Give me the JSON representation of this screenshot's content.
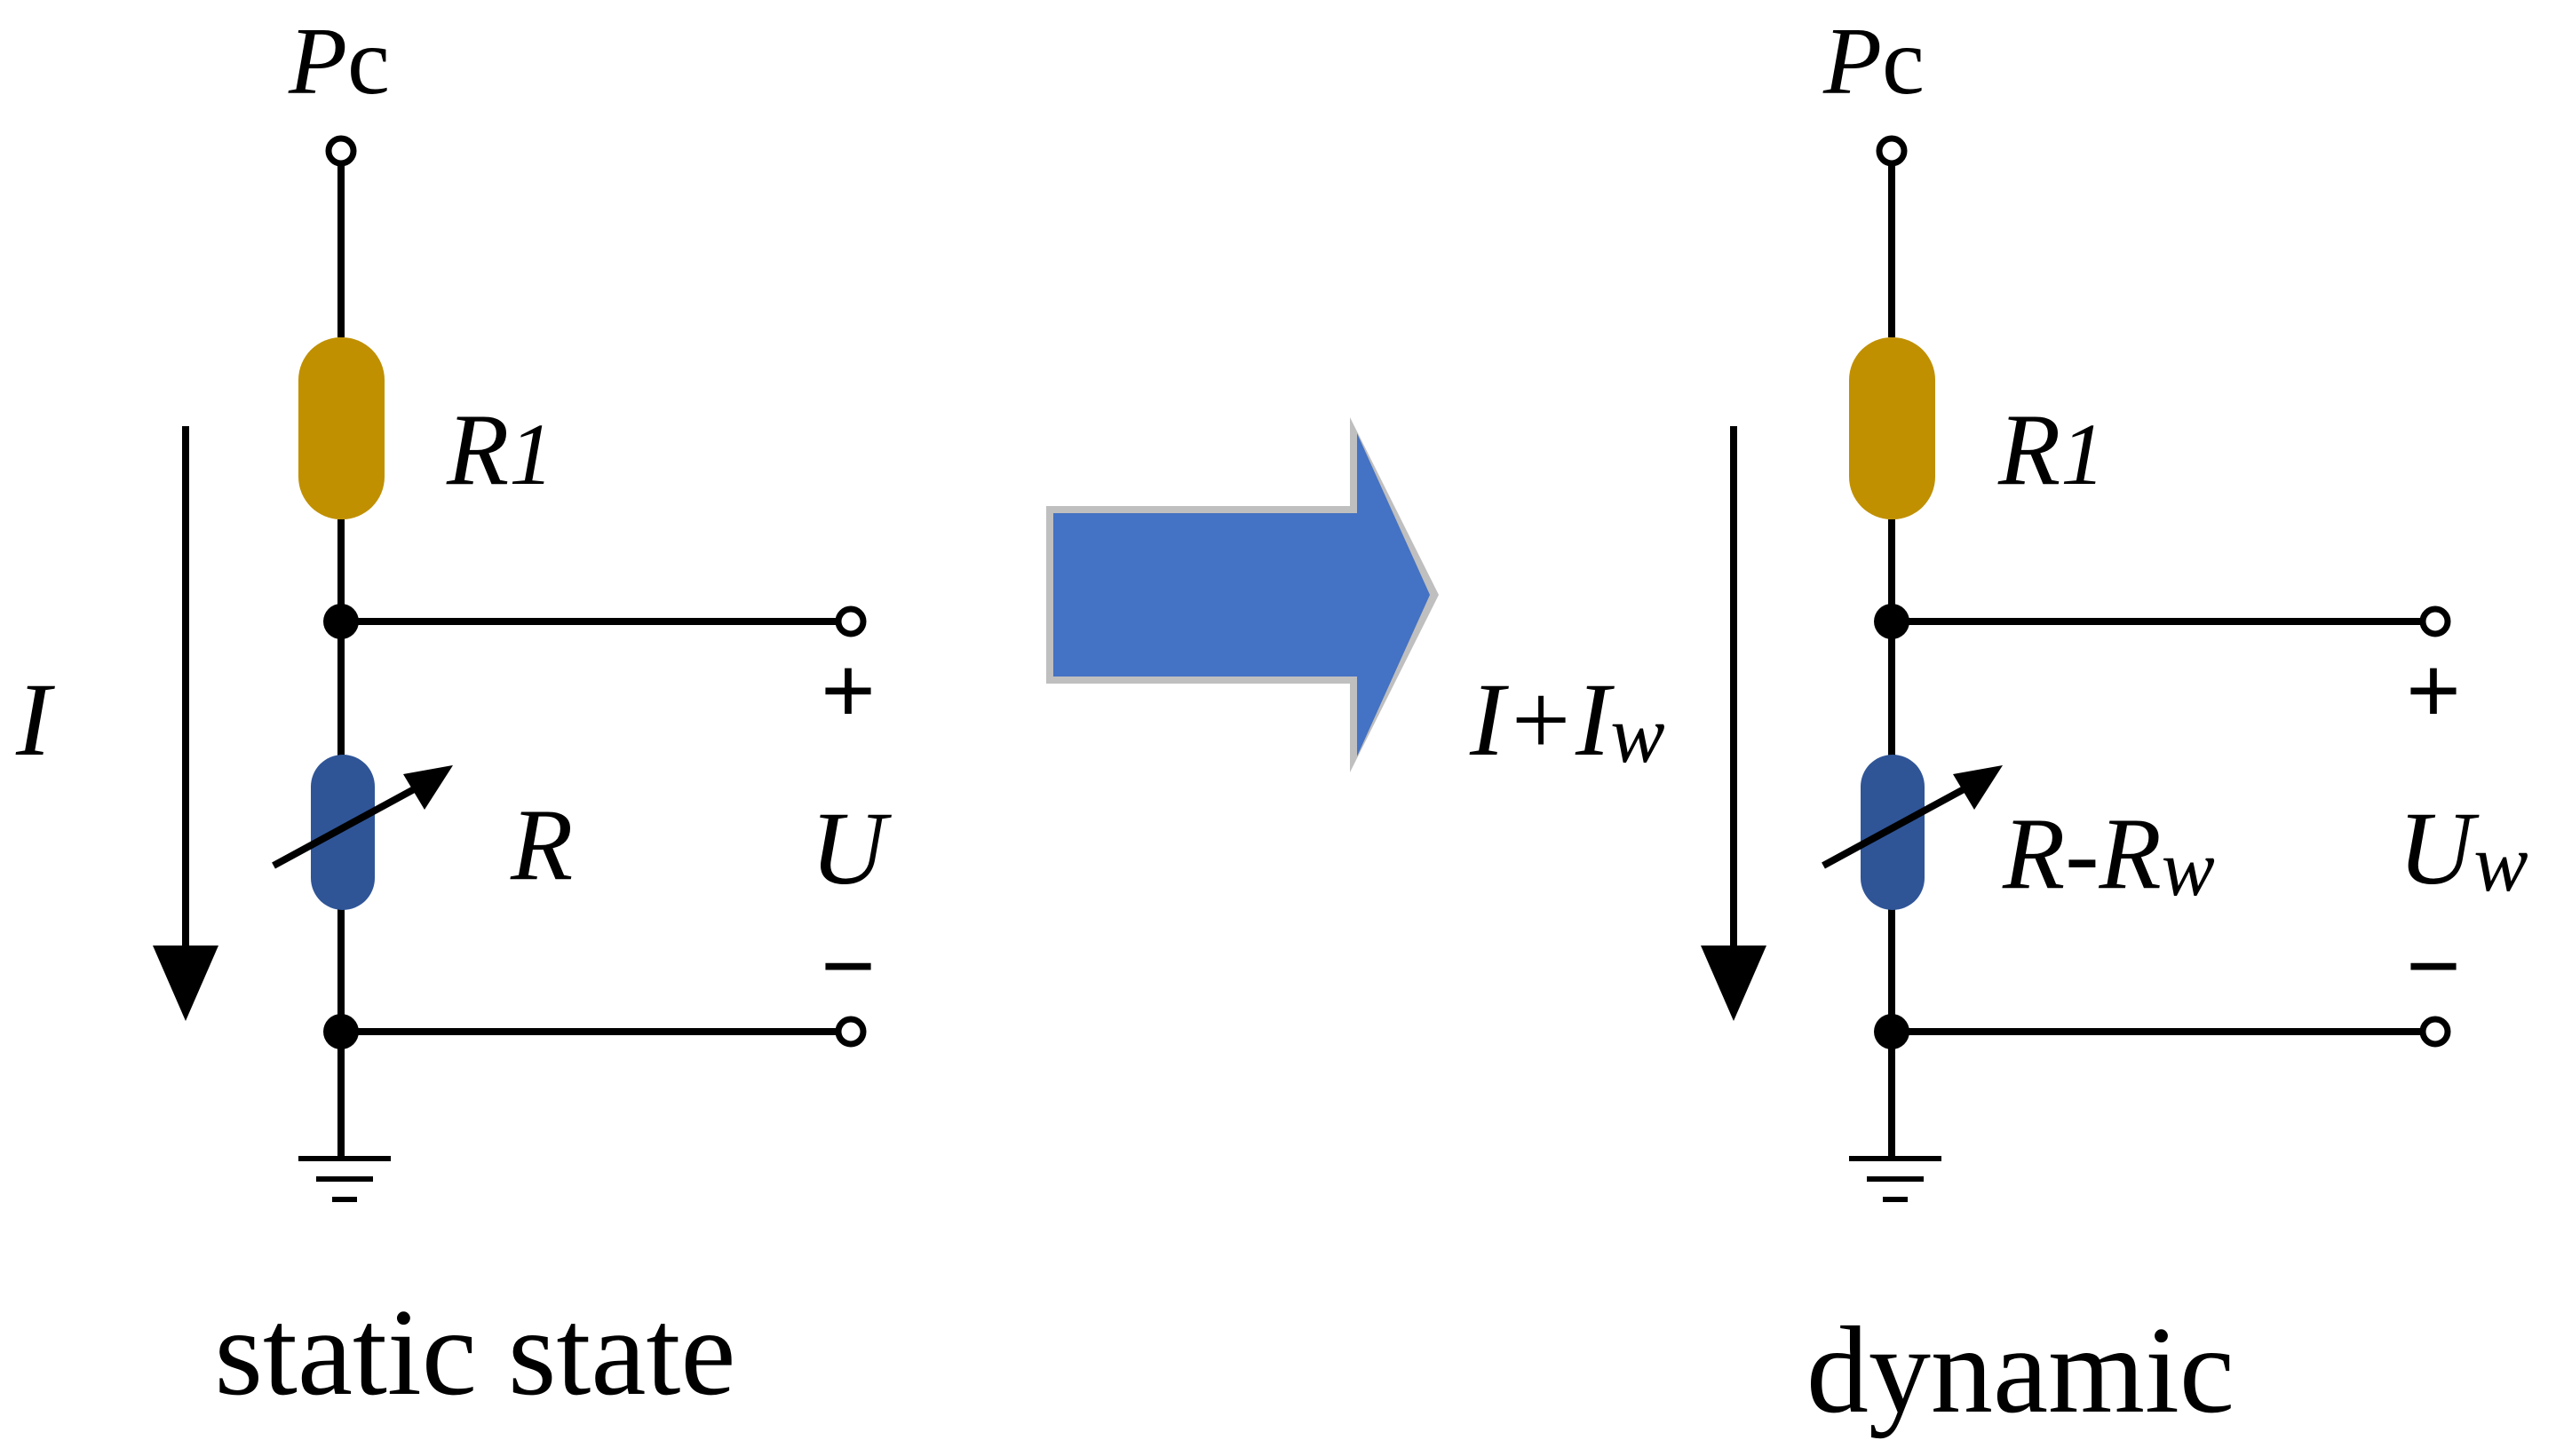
{
  "colors": {
    "fixed_resistor": "#C09000",
    "variable_resistor": "#2F5597",
    "transition_arrow": "#4472C4",
    "transition_arrow_outline": "#BFBFBF",
    "wire": "#000000"
  },
  "circuits": [
    {
      "supply_label": "P",
      "supply_suffix": "c",
      "fixed_resistor_main": "R",
      "fixed_resistor_sub": "1",
      "current_main": "I",
      "current_plus": "",
      "current_second": "",
      "current_sub": "",
      "variable_resistor_main": "R",
      "variable_resistor_minus": "",
      "variable_resistor_second": "",
      "variable_resistor_sub": "",
      "output_main": "U",
      "output_sub": "",
      "plus_sign": "+",
      "minus_sign": "−",
      "caption": "static state"
    },
    {
      "supply_label": "P",
      "supply_suffix": "c",
      "fixed_resistor_main": "R",
      "fixed_resistor_sub": "1",
      "current_main": "I",
      "current_plus": "+",
      "current_second": "I",
      "current_sub": "w",
      "variable_resistor_main": "R",
      "variable_resistor_minus": "-",
      "variable_resistor_second": "R",
      "variable_resistor_sub": "w",
      "output_main": "U",
      "output_sub": "w",
      "plus_sign": "+",
      "minus_sign": "−",
      "caption": "dynamic"
    }
  ],
  "transition_icon": "right-block-arrow-icon"
}
